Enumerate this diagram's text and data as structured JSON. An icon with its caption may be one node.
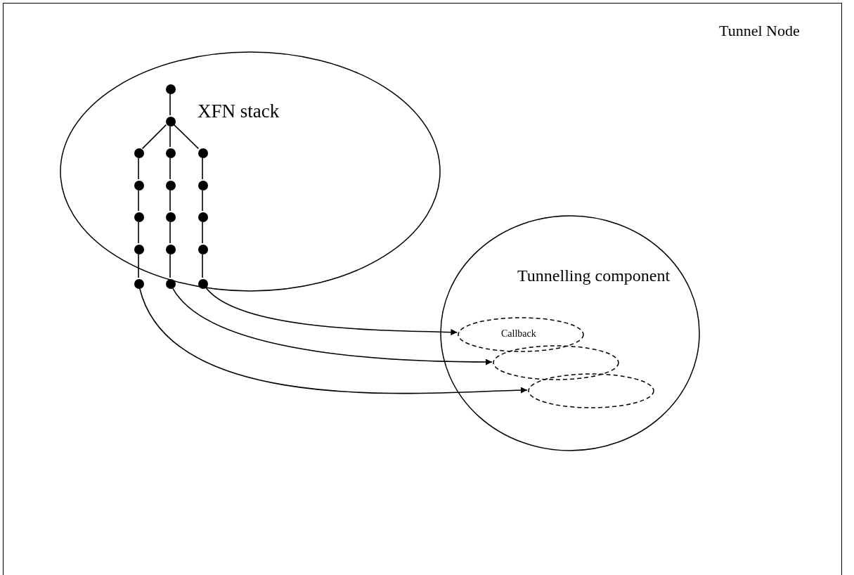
{
  "diagram": {
    "nodes": [
      {
        "text": [
          "Tunnel Node"
        ]
      },
      {
        "text": [
          "XFN stack"
        ],
        "in": 0
      },
      {
        "text": [],
        "shape": "circle",
        "in": 1
      },
      {
        "text": [],
        "shape": "circle",
        "in": 1
      },
      {
        "text": [],
        "shape": "circle",
        "in": 1
      },
      {
        "text": [],
        "shape": "circle",
        "in": 1
      },
      {
        "text": [],
        "shape": "circle",
        "in": 1
      },
      {
        "text": [],
        "shape": "circle",
        "in": 1
      },
      {
        "text": [],
        "shape": "circle",
        "in": 1
      },
      {
        "text": [],
        "shape": "circle",
        "in": 1
      },
      {
        "text": [],
        "shape": "circle",
        "in": 1
      },
      {
        "text": [],
        "shape": "circle",
        "in": 1
      },
      {
        "text": [],
        "shape": "circle",
        "in": 1
      },
      {
        "text": [],
        "shape": "circle",
        "in": 1
      },
      {
        "text": [],
        "shape": "circle",
        "in": 1
      },
      {
        "text": [],
        "shape": "circle",
        "in": 1
      },
      {
        "text": [],
        "shape": "circle",
        "in": 1
      },
      {
        "text": [],
        "shape": "circle",
        "in": 1
      },
      {
        "text": [],
        "shape": "circle",
        "in": 1
      },
      {
        "text": [
          "Tunnelling component"
        ],
        "in": 0
      },
      {
        "text": [
          "Callback"
        ],
        "in": 19
      },
      {
        "text": [],
        "shape": "ellipse",
        "in": 19
      },
      {
        "text": [],
        "shape": "ellipse",
        "in": 19
      }
    ],
    "edges": [
      {
        "from": 2,
        "to": 3,
        "arrow": "none"
      },
      {
        "from": 3,
        "to": 4,
        "arrow": "none"
      },
      {
        "from": 3,
        "to": 5,
        "arrow": "none"
      },
      {
        "from": 3,
        "to": 6,
        "arrow": "none"
      },
      {
        "from": 4,
        "to": 7,
        "arrow": "none"
      },
      {
        "from": 7,
        "to": 10,
        "arrow": "none"
      },
      {
        "from": 10,
        "to": 13,
        "arrow": "none"
      },
      {
        "from": 13,
        "to": 16,
        "arrow": "none"
      },
      {
        "from": 5,
        "to": 8,
        "arrow": "none"
      },
      {
        "from": 8,
        "to": 11,
        "arrow": "none"
      },
      {
        "from": 11,
        "to": 14,
        "arrow": "none"
      },
      {
        "from": 14,
        "to": 17,
        "arrow": "none"
      },
      {
        "from": 6,
        "to": 9,
        "arrow": "none"
      },
      {
        "from": 9,
        "to": 12,
        "arrow": "none"
      },
      {
        "from": 12,
        "to": 15,
        "arrow": "none"
      },
      {
        "from": 15,
        "to": 18,
        "arrow": "none"
      },
      {
        "from": 18,
        "to": 20,
        "arrow": "to"
      },
      {
        "from": 17,
        "to": 21,
        "arrow": "to"
      },
      {
        "from": 16,
        "to": 22,
        "arrow": "to"
      }
    ]
  }
}
